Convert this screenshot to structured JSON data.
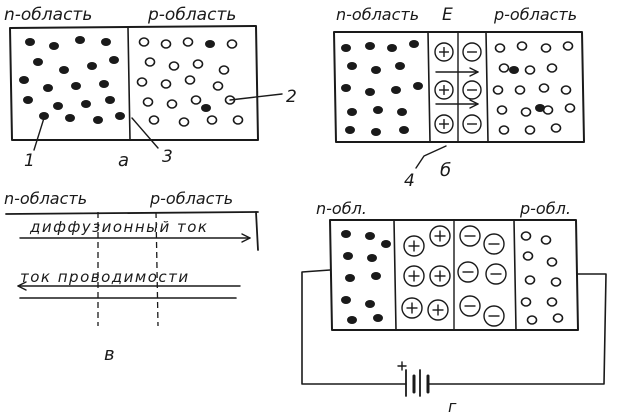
{
  "diagram_a": {
    "left_label": "n-область",
    "right_label": "p-область",
    "caption": "а",
    "callouts": [
      "1",
      "2",
      "3"
    ]
  },
  "diagram_b": {
    "left_label": "n-область",
    "field_label": "E",
    "right_label": "p-область",
    "caption": "б",
    "callout": "4"
  },
  "diagram_v": {
    "left_label": "n-область",
    "right_label": "p-область",
    "current_diffusion": "диффузионный ток",
    "current_conduction": "ток проводимости",
    "caption": "в"
  },
  "diagram_g": {
    "left_label": "n-обл.",
    "right_label": "p-обл.",
    "caption": "г"
  },
  "colors": {
    "ink": "#1a1a1a",
    "paper": "#ffffff"
  },
  "icons": {
    "electron": "filled-dot",
    "hole": "open-circle",
    "positive_ion": "circled-plus",
    "negative_ion": "circled-minus",
    "battery": "battery-symbol"
  }
}
